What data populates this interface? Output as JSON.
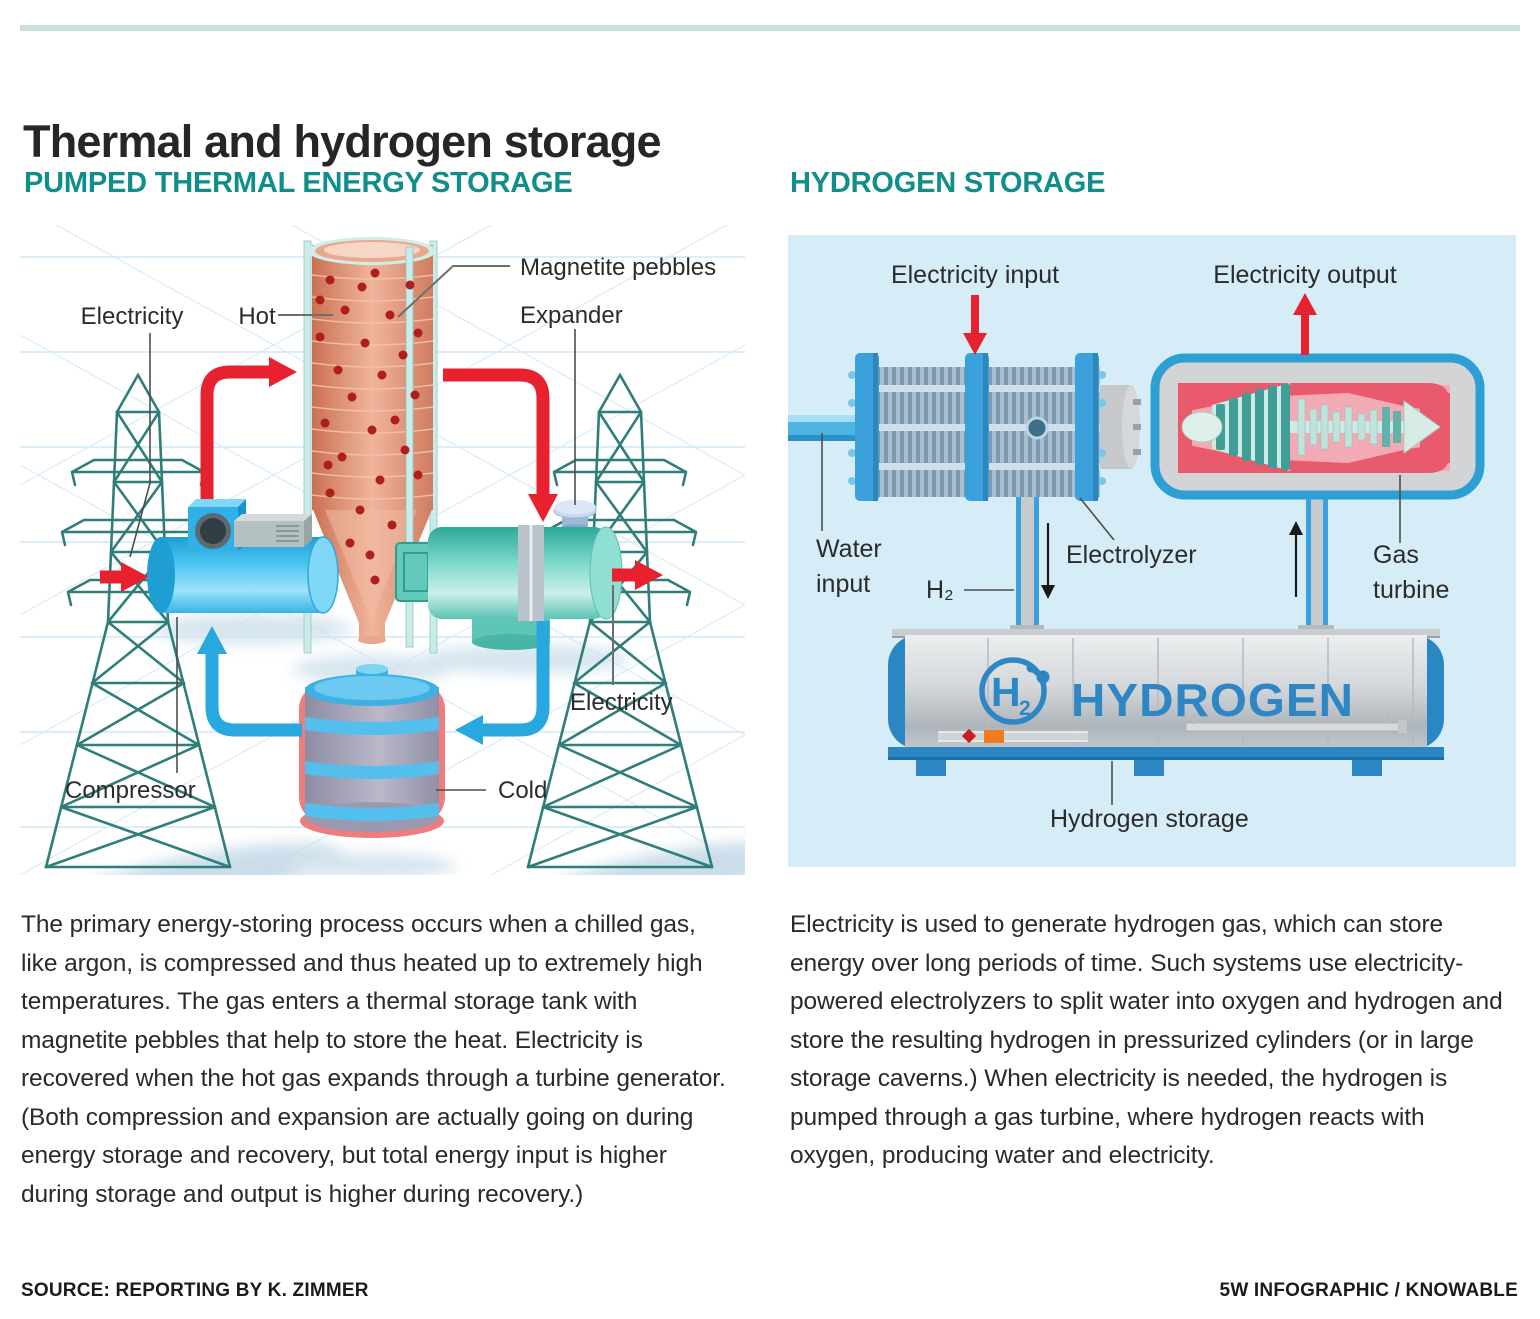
{
  "page": {
    "title": "Thermal and hydrogen storage"
  },
  "colors": {
    "accent_teal": "#0F8E8A",
    "rule_teal": "#C9E1DE",
    "arrow_red": "#E8212E",
    "arrow_blue": "#29A8E0",
    "panel_blue": "#D6EDF8",
    "hydrogen_blue": "#2E86C4",
    "tower_teal": "#2F7E79"
  },
  "left": {
    "heading": "PUMPED THERMAL ENERGY STORAGE",
    "labels": {
      "electricity_in": "Electricity",
      "hot": "Hot",
      "magnetite": "Magnetite pebbles",
      "expander": "Expander",
      "electricity_out": "Electricity",
      "compressor": "Compressor",
      "cold": "Cold"
    },
    "caption": "The primary energy-storing process occurs when a chilled gas, like argon, is compressed and thus heated up to extremely high temperatures. The gas enters a thermal storage tank with magnetite pebbles that help to store the heat. Electricity is recovered when the hot gas expands through a turbine generator. (Both compression and expansion are actually going on during energy storage and recovery, but total energy input is higher during storage and output is higher during recovery.)"
  },
  "right": {
    "heading": "HYDROGEN STORAGE",
    "labels": {
      "electricity_input": "Electricity input",
      "electricity_output": "Electricity output",
      "water_input_line1": "Water",
      "water_input_line2": "input",
      "h2": "H₂",
      "electrolyzer": "Electrolyzer",
      "gas_turbine_line1": "Gas",
      "gas_turbine_line2": "turbine",
      "hydrogen_storage": "Hydrogen storage",
      "tank_logo_h": "H",
      "tank_logo_sub": "2",
      "tank_text": "HYDROGEN"
    },
    "caption": "Electricity is used to generate hydrogen gas, which can store energy over long periods of time. Such systems use electricity-powered electrolyzers to split water into oxygen and hydrogen and store the resulting hydrogen in pressurized cylinders (or in large storage caverns.) When electricity is needed, the hydrogen is pumped through a gas turbine, where hydrogen reacts with oxygen, producing water and electricity."
  },
  "footer": {
    "source": "SOURCE: REPORTING BY K. ZIMMER",
    "credit": "5W INFOGRAPHIC / KNOWABLE"
  }
}
